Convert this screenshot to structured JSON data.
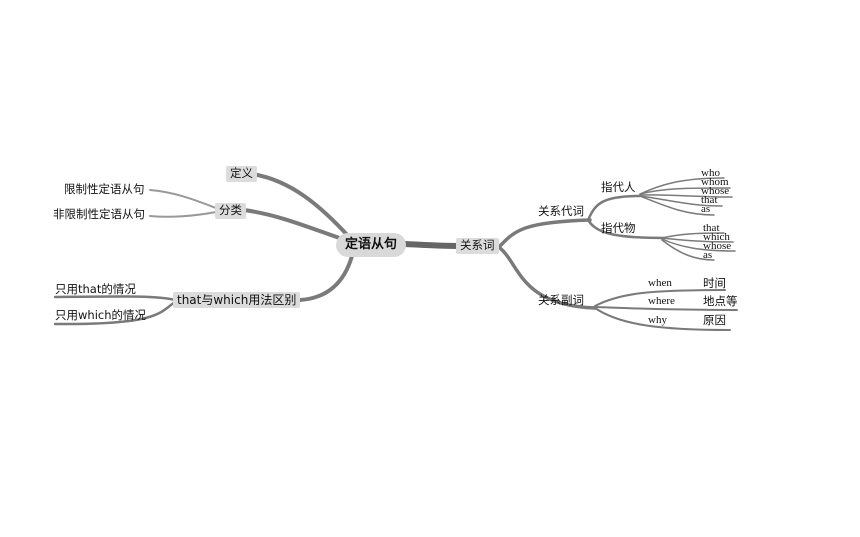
{
  "root": "定语从句",
  "branches": {
    "def": "定义",
    "fenlei": "分类",
    "restrictive": "限制性定语从句",
    "nonrestrictive": "非限制性定语从句",
    "thatwhich": "that与which用法区别",
    "only_that": "只用that的情况",
    "only_which": "只用which的情况",
    "relword": "关系词",
    "relpron": "关系代词",
    "person": "指代人",
    "person_items": [
      "who",
      "whom",
      "whose",
      "that",
      "as"
    ],
    "thing": "指代物",
    "thing_items": [
      "that",
      "which",
      "whose",
      "as"
    ],
    "reladv": "关系副词",
    "adv_items": [
      {
        "word": "when",
        "meaning": "时间"
      },
      {
        "word": "where",
        "meaning": "地点等"
      },
      {
        "word": "why",
        "meaning": "原因"
      }
    ]
  }
}
